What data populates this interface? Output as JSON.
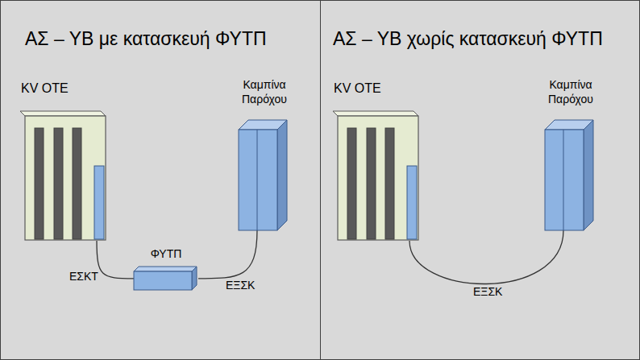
{
  "diagram": {
    "nodes": [
      {
        "text": [
          "ΑΣ – ΥΒ με κατασκευή ΦΥΤΠ"
        ]
      },
      {
        "text": [
          "KV OTE"
        ],
        "in": 0
      },
      {
        "text": [
          "Καμπίνα Παρόχου"
        ],
        "in": 0
      },
      {
        "text": [
          "ΦΥΤΠ"
        ],
        "in": 0
      },
      {
        "text": [
          "ΑΣ – ΥΒ χωρίς κατασκευή ΦΥΤΠ"
        ]
      },
      {
        "text": [
          "KV OTE"
        ],
        "in": 4
      },
      {
        "text": [
          "Καμπίνα Παρόχου"
        ],
        "in": 4
      }
    ],
    "edges": [
      {
        "from": 1,
        "to": 3,
        "arrow": "none",
        "label": "ΕΣΚΤ"
      },
      {
        "from": 3,
        "to": 2,
        "arrow": "none",
        "label": "ΕΞΣΚ"
      },
      {
        "from": 5,
        "to": 6,
        "arrow": "none",
        "label": "ΕΞΣΚ"
      }
    ]
  }
}
